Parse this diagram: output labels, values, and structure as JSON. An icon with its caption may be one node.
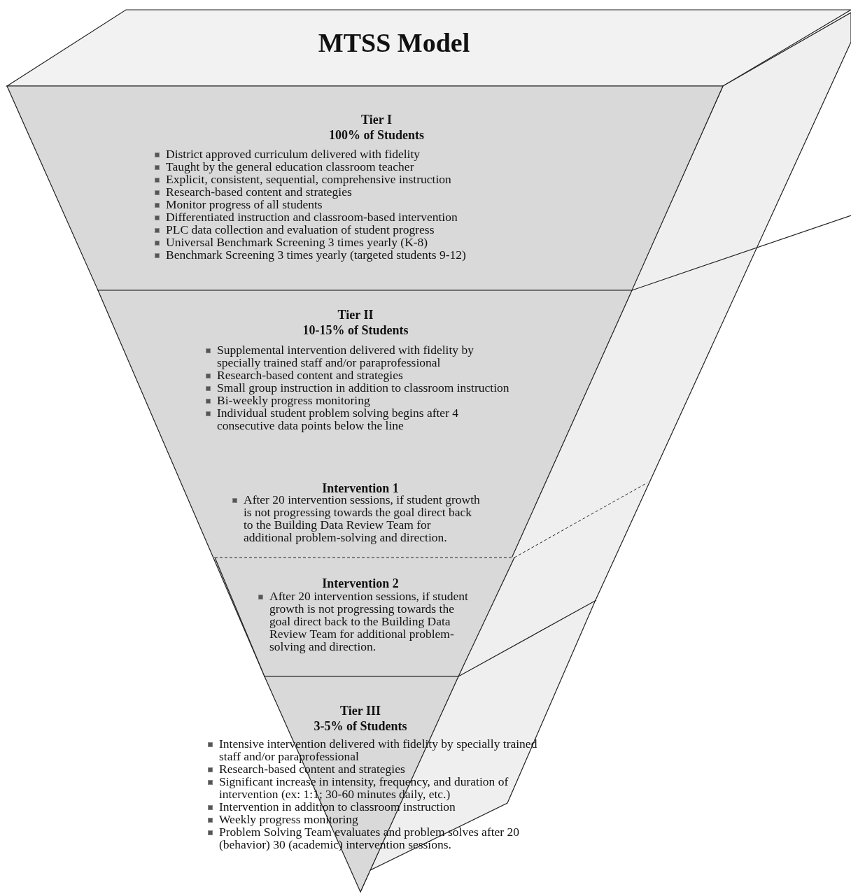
{
  "diagram": {
    "title": "MTSS Model",
    "nodes": [
      {
        "text": [
          "Tier I",
          "100% of Students",
          "District approved curriculum delivered with fidelity",
          "Taught by the general education classroom teacher",
          "Explicit, consistent, sequential, comprehensive instruction",
          "Research-based content and strategies",
          "Monitor progress of all students",
          "Differentiated instruction and classroom-based intervention",
          "PLC data collection and evaluation of student progress",
          "Universal Benchmark Screening 3 times yearly (K-8)",
          "Benchmark Screening 3 times yearly (targeted students 9-12)"
        ]
      },
      {
        "text": [
          "Tier II",
          "10-15% of Students",
          "Supplemental intervention delivered with fidelity by specially trained staff and/or paraprofessional",
          "Research-based content and strategies",
          "Small group instruction in addition to classroom instruction",
          "Bi-weekly progress monitoring",
          "Individual student problem solving begins after 4 consecutive data points below the line"
        ]
      },
      {
        "text": [
          "Intervention 1",
          "After 20 intervention sessions, if student growth is not progressing towards the goal direct back to the Building Data Review Team for additional problem-solving and direction."
        ],
        "in": 1
      },
      {
        "text": [
          "Intervention 2",
          "After 20 intervention sessions, if student growth is not progressing towards the goal direct back to the Building Data Review Team for additional problem-solving and direction."
        ],
        "in": 1
      },
      {
        "text": [
          "Tier III",
          "3-5% of Students",
          "Intensive intervention delivered with fidelity by specially trained staff and/or paraprofessional",
          "Research-based content and strategies",
          "Significant increase in intensity, frequency, and duration of intervention (ex: 1:1; 30-60 minutes daily, etc.)",
          "Intervention in addition to classroom instruction",
          "Weekly progress monitoring",
          "Problem Solving Team evaluates and problem solves after 20 (behavior) 30 (academic) intervention sessions."
        ]
      }
    ]
  }
}
